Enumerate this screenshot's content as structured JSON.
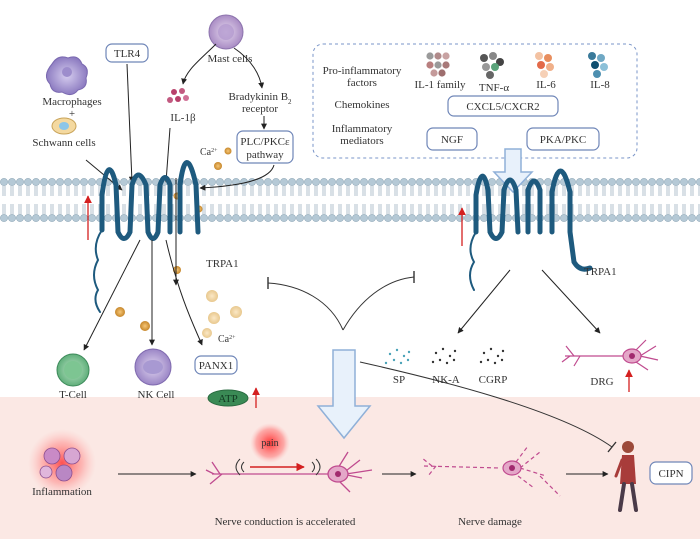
{
  "labels": {
    "mast_cells": "Mast cells",
    "tlr4": "TLR4",
    "macrophages": "Macrophages",
    "plus": "+",
    "schwann_cells": "Schwann cells",
    "bradykinin_line1": "Bradykinin B",
    "bradykinin_sub": "2",
    "bradykinin_line2": "receptor",
    "il1b": "IL-1β",
    "plc_line1": "PLC/PKCε",
    "plc_line2": "pathway",
    "ca_top": "Ca",
    "ca_top_sup": "2+",
    "trpa1_left": "TRPA1",
    "trpa1_right": "TRPA1",
    "ca_lower": "Ca",
    "ca_lower_sup": "2+",
    "t_cell": "T-Cell",
    "nk_cell": "NK Cell",
    "panx1": "PANX1",
    "atp": "ATP",
    "sp": "SP",
    "nk_a": "NK-A",
    "cgrp": "CGRP",
    "drg": "DRG",
    "pain": "pain",
    "inflammation": "Inflammation",
    "nerve_conduction": "Nerve conduction is accelerated",
    "nerve_damage": "Nerve damage",
    "cipn": "CIPN"
  },
  "factors_panel": {
    "row1_label_line1": "Pro-inflammatory",
    "row1_label_line2": "factors",
    "row2_label": "Chemokines",
    "row3_label_line1": "Inflammatory",
    "row3_label_line2": "mediators",
    "il1_family": "IL-1 family",
    "tnf_alpha": "TNF-α",
    "il6": "IL-6",
    "il8": "IL-8",
    "chemokine_box": "CXCL5/CXCR2",
    "ngf_box": "NGF",
    "pka_box": "PKA/PKC"
  },
  "colors": {
    "receptor_blue": "#1e5a7e",
    "membrane_head": "#b5c9d6",
    "membrane_tail": "#9fb3c0",
    "bottom_band": "#fbe8e4",
    "arrow_fill": "#e8f1fb",
    "arrow_stroke": "#8fb0d8",
    "box_stroke": "#6f86b8",
    "red_arrow": "#d42020",
    "atp_green": "#3a8a55",
    "ca_orange": "#c98a2a",
    "neuron_pink": "#c04b8f"
  }
}
